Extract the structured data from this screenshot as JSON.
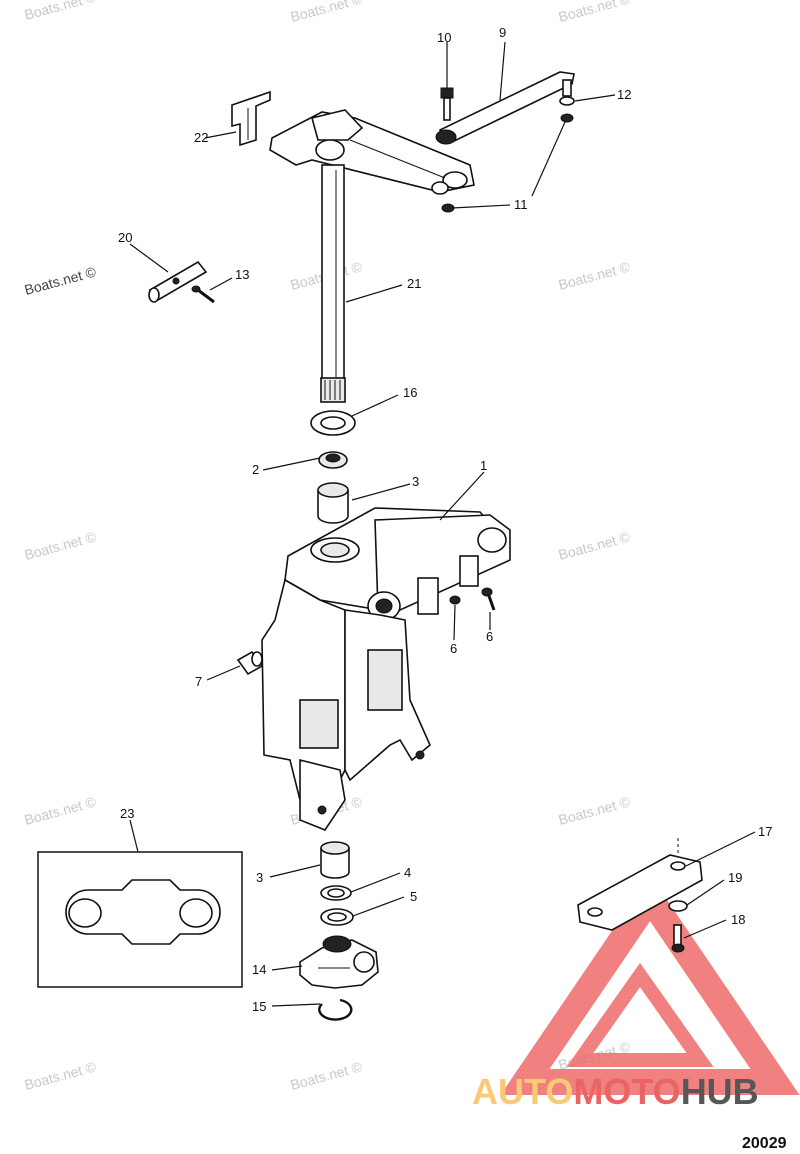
{
  "watermark": "Boats.net ©",
  "figure_number": "20029",
  "brand": {
    "part1": "AUTO",
    "part2": "MOTO",
    "part3": "HUB",
    "color_light": "#f7c15e",
    "color_red": "#e84a4a",
    "color_dark": "#3a3a3a"
  },
  "callouts": {
    "c1": "1",
    "c2": "2",
    "c3a": "3",
    "c3b": "3",
    "c4": "4",
    "c5": "5",
    "c6a": "6",
    "c6b": "6",
    "c7": "7",
    "c9": "9",
    "c10": "10",
    "c11": "11",
    "c12": "12",
    "c13": "13",
    "c14": "14",
    "c15": "15",
    "c16": "16",
    "c17": "17",
    "c18": "18",
    "c19": "19",
    "c20": "20",
    "c21": "21",
    "c22": "22",
    "c23": "23"
  }
}
